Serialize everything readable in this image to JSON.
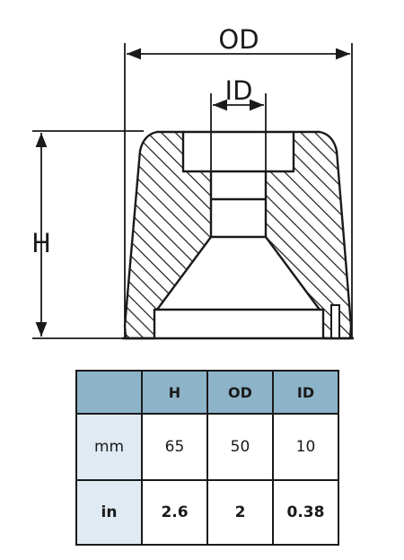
{
  "drawing": {
    "od_label": "OD",
    "id_label": "ID",
    "h_label": "H",
    "line_color": "#1a1a1a"
  },
  "table": {
    "header_color": "#8db3c9",
    "unit_cell_color": "#dfeaf2",
    "headers": [
      "",
      "H",
      "OD",
      "ID"
    ],
    "rows": [
      {
        "unit": "mm",
        "values": [
          "65",
          "50",
          "10"
        ],
        "bold": false
      },
      {
        "unit": "in",
        "values": [
          "2.6",
          "2",
          "0.38"
        ],
        "bold": true
      }
    ]
  }
}
